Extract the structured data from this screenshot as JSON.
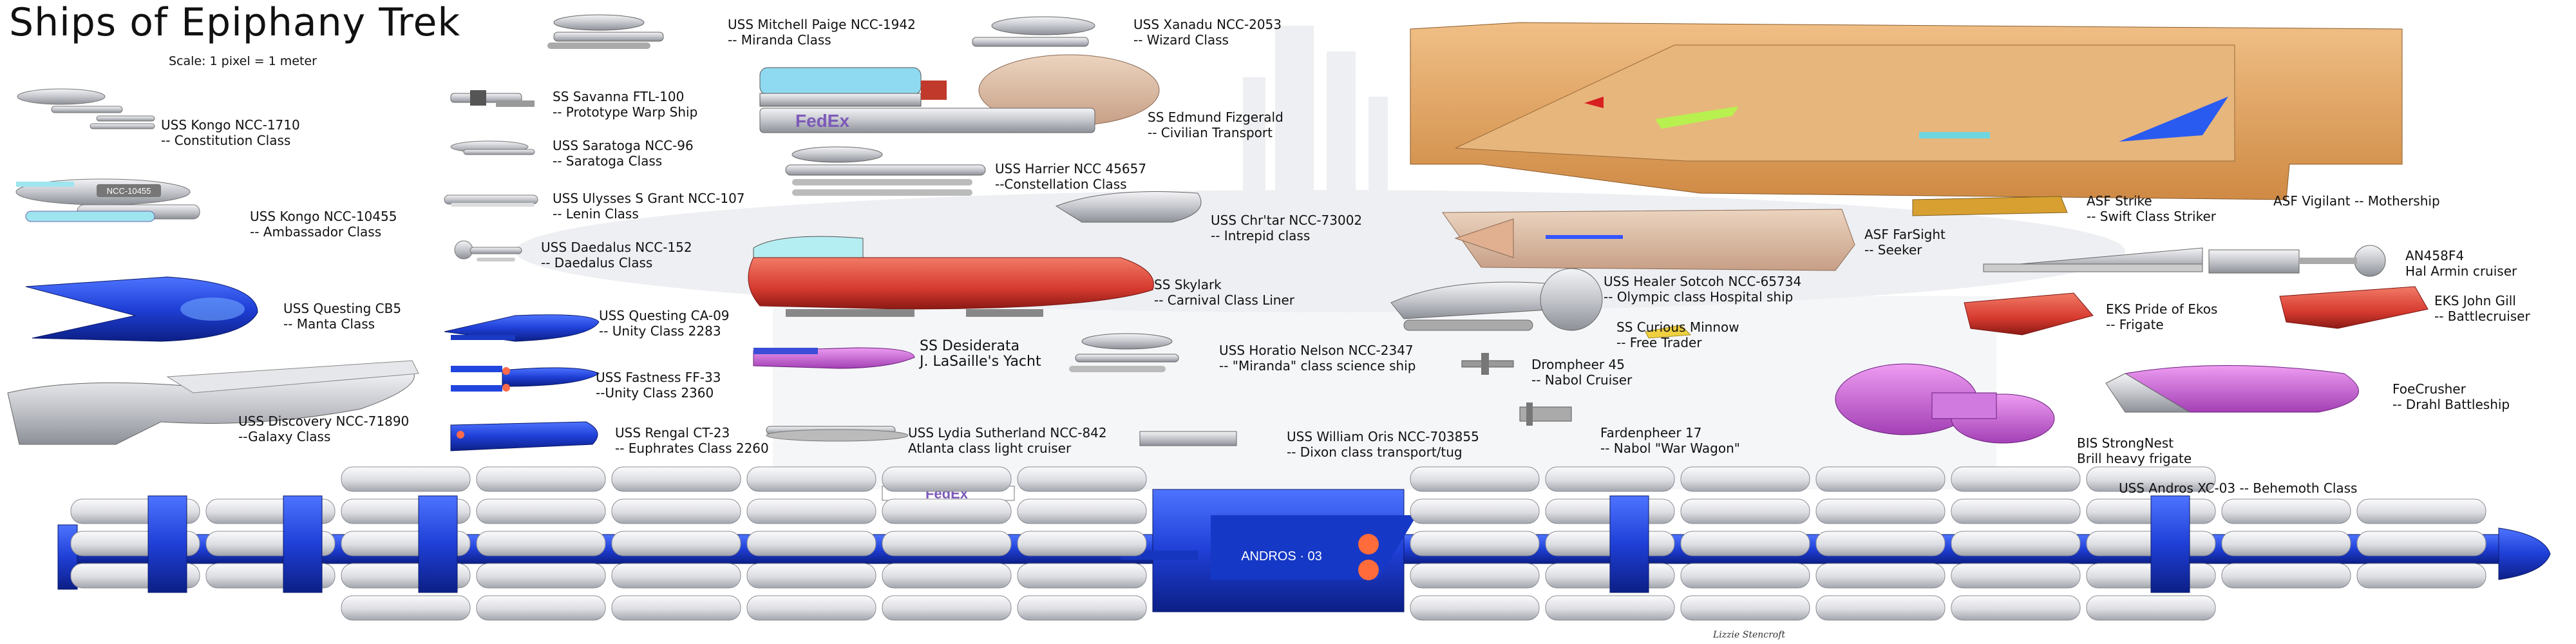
{
  "title": "Ships of Epiphany Trek",
  "scale": "Scale:  1 pixel = 1 meter",
  "hull_markings": {
    "kongo_registry": "NCC-10455",
    "fedex": "FedEx",
    "andros": "ANDROS · 03",
    "signature": "Lizzie Stencroft"
  },
  "colors": {
    "fleet_blue": "#1f3fd6",
    "hull_grey": "#c8c8cc",
    "carnival_red": "#d63a2f",
    "mothership_orange": "#e2a05a",
    "drahl_purple": "#b36fc0",
    "ekos_red": "#d8281f"
  },
  "labels": [
    {
      "id": "kongo-1710",
      "name": "USS Kongo NCC-1710",
      "class": "-- Constitution Class"
    },
    {
      "id": "kongo-10455",
      "name": "USS Kongo NCC-10455",
      "class": "-- Ambassador Class"
    },
    {
      "id": "questing-cb5",
      "name": "USS Questing CB5",
      "class": "-- Manta Class"
    },
    {
      "id": "discovery",
      "name": "USS Discovery NCC-71890",
      "class": "--Galaxy Class"
    },
    {
      "id": "savanna",
      "name": "SS Savanna FTL-100",
      "class": "-- Prototype Warp Ship"
    },
    {
      "id": "saratoga",
      "name": "USS Saratoga NCC-96",
      "class": "-- Saratoga Class"
    },
    {
      "id": "ulysses",
      "name": "USS Ulysses S Grant NCC-107",
      "class": "-- Lenin Class"
    },
    {
      "id": "daedalus",
      "name": "USS Daedalus  NCC-152",
      "class": "-- Daedalus Class"
    },
    {
      "id": "questing-ca09",
      "name": "USS Questing CA-09",
      "class": "-- Unity Class 2283"
    },
    {
      "id": "fastness",
      "name": "USS Fastness FF-33",
      "class": "--Unity Class 2360"
    },
    {
      "id": "rengal",
      "name": "USS Rengal CT-23",
      "class": "-- Euphrates Class 2260"
    },
    {
      "id": "mitchell",
      "name": "USS Mitchell Paige NCC-1942",
      "class": "-- Miranda Class"
    },
    {
      "id": "xanadu",
      "name": "USS Xanadu NCC-2053",
      "class": "-- Wizard Class"
    },
    {
      "id": "fitzgerald",
      "name": "SS Edmund Fizgerald",
      "class": "-- Civilian Transport"
    },
    {
      "id": "harrier",
      "name": "USS Harrier NCC 45657",
      "class": "--Constellation Class"
    },
    {
      "id": "chrtar",
      "name": "USS Chr'tar NCC-73002",
      "class": "-- Intrepid class"
    },
    {
      "id": "skylark",
      "name": "SS Skylark",
      "class": "-- Carnival Class Liner"
    },
    {
      "id": "desiderata",
      "name": "SS Desiderata",
      "class": "J. LaSaille's Yacht"
    },
    {
      "id": "horatio",
      "name": "USS Horatio Nelson NCC-2347",
      "class": "-- \"Miranda\" class science ship"
    },
    {
      "id": "lydia",
      "name": "USS Lydia Sutherland NCC-842",
      "class": "Atlanta class light cruiser"
    },
    {
      "id": "william",
      "name": "USS William Oris NCC-703855",
      "class": "-- Dixon class transport/tug"
    },
    {
      "id": "healer",
      "name": "USS Healer Sotcoh NCC-65734",
      "class": "-- Olympic class Hospital ship"
    },
    {
      "id": "minnow",
      "name": "SS Curious Minnow",
      "class": "-- Free Trader"
    },
    {
      "id": "drompheer",
      "name": "Drompheer 45",
      "class": "-- Nabol Cruiser"
    },
    {
      "id": "fardenpheer",
      "name": "Fardenpheer 17",
      "class": "-- Nabol \"War Wagon\""
    },
    {
      "id": "farsight",
      "name": "ASF FarSight",
      "class": "-- Seeker"
    },
    {
      "id": "strike",
      "name": "ASF Strike",
      "class": "-- Swift Class Striker"
    },
    {
      "id": "vigilant",
      "name": "ASF Vigilant -- Mothership",
      "class": ""
    },
    {
      "id": "an458",
      "name": "AN458F4",
      "class": "Hal Armin cruiser"
    },
    {
      "id": "ekos-pride",
      "name": "EKS Pride of Ekos",
      "class": "-- Frigate"
    },
    {
      "id": "ekos-john",
      "name": "EKS John Gill",
      "class": "-- Battlecruiser"
    },
    {
      "id": "foecrusher",
      "name": "FoeCrusher",
      "class": "-- Drahl Battleship"
    },
    {
      "id": "strongnest",
      "name": "BIS StrongNest",
      "class": "Brill heavy frigate"
    },
    {
      "id": "andros",
      "name": "USS Andros XC-03 -- Behemoth Class",
      "class": ""
    }
  ]
}
